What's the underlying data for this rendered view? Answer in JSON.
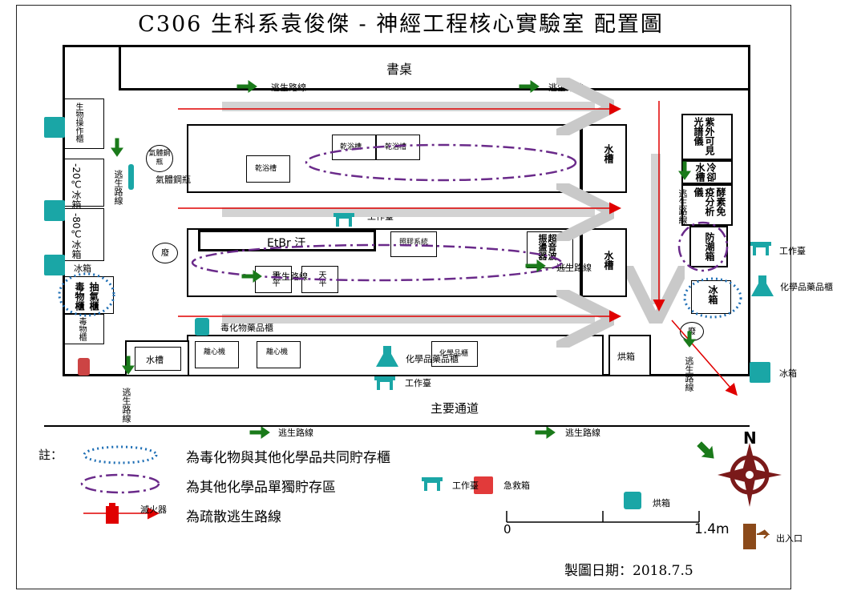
{
  "title": "C306  生科系袁俊傑 - 神經工程核心實驗室  配置圖",
  "colors": {
    "route_red": "#e00000",
    "green": "#1a7a1a",
    "teal": "#1aa6a6",
    "purple": "#6a2a8a",
    "blue_dotted": "#1f6fb5",
    "compass": "#7a1a1a",
    "gray_arrow": "#d0d0d0"
  },
  "rooms": {
    "desk": "書桌",
    "bio_hood": "生物操作櫃",
    "freezer_20": "-20℃冰箱",
    "freezer_80": "-80℃冰箱",
    "freezer_label": "冰箱",
    "toxic_cabinet": "毒物櫃",
    "fume_hood": "抽氣櫃",
    "toxic_small": "毒物櫃",
    "gas_cylinder": "氣體鋼瓶",
    "gas_cylinder_label": "氣體鋼瓶",
    "sink_top": "水槽",
    "sink_mid": "水槽",
    "sink_bottom": "水槽",
    "dry_1": "乾浴槽",
    "dry_2": "乾浴槽",
    "dry_3": "乾浴槽",
    "etbr": "EtBr 汙",
    "waste_1": "廢",
    "waste_2": "廢",
    "gel_system": "照膠系統",
    "sonic": "超音波振盪器",
    "balance_1": "天平",
    "balance_2": "天平",
    "centrifuge_1": "離心機",
    "centrifuge_2": "離心機",
    "chem_cabinet_box": "化學品櫃",
    "oven_box": "烘箱",
    "uv_spectro": "紫外可見光譜儀",
    "cold_sink": "冷卻水槽",
    "enzyme": "酵素免疫分析儀",
    "moisture": "防潮箱",
    "fridge_right": "冰箱",
    "waste_3": "廢"
  },
  "labels": {
    "escape_route": "逃生路線",
    "workbench": "工作臺",
    "toxic_chem_cabinet": "毒化物藥品櫃",
    "chem_cabinet": "化學品藥品櫃",
    "chem_cabinet_mid": "化學品藥品櫃",
    "fridge": "冰箱",
    "main_corridor": "主要通道",
    "vertical_escape": "逃生路線"
  },
  "legend": {
    "note": "註：",
    "blue_dotted": "為毒化物與其他化學品共同貯存櫃",
    "purple_dashdot": "為其他化學品單獨貯存區",
    "red_arrow": "為疏散逃生路線",
    "extinguisher": "滅火器",
    "workbench": "工作臺",
    "first_aid": "急救箱",
    "oven": "烘箱",
    "exit": "出入口"
  },
  "scale": {
    "zero": "0",
    "max": "1.4m"
  },
  "compass": {
    "north": "N"
  },
  "date": "製圖日期：2018.7.5"
}
